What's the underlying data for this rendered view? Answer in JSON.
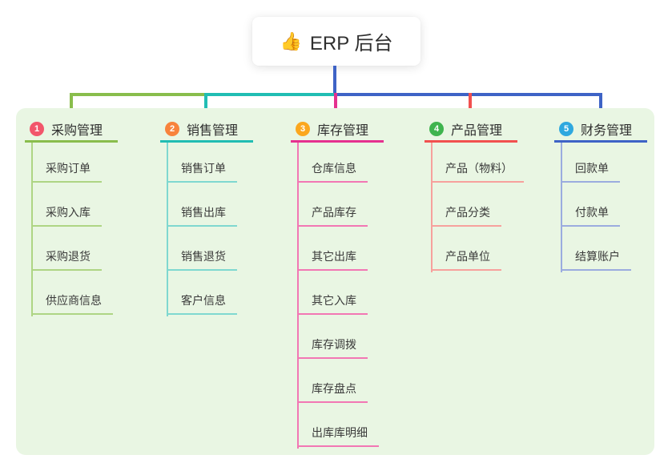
{
  "title": {
    "icon": "👍",
    "text": "ERP 后台"
  },
  "panel_bg": "#e9f6e3",
  "trunk": {
    "root_color": "#3e63c6",
    "segments": [
      {
        "color": "#89bd4c"
      },
      {
        "color": "#21bdb3"
      },
      {
        "color": "#3e63c6"
      }
    ]
  },
  "branches": [
    {
      "num": "1",
      "label": "采购管理",
      "badge": "#f2566b",
      "main": "#89bd4c",
      "light": "#aed584",
      "items": [
        "采购订单",
        "采购入库",
        "采购退货",
        "供应商信息"
      ]
    },
    {
      "num": "2",
      "label": "销售管理",
      "badge": "#f8833c",
      "main": "#21bdb3",
      "light": "#7fd8d0",
      "items": [
        "销售订单",
        "销售出库",
        "销售退货",
        "客户信息"
      ]
    },
    {
      "num": "3",
      "label": "库存管理",
      "badge": "#fba71e",
      "main": "#e5318f",
      "light": "#f277b4",
      "items": [
        "仓库信息",
        "产品库存",
        "其它出库",
        "其它入库",
        "库存调拨",
        "库存盘点",
        "出库库明细"
      ]
    },
    {
      "num": "4",
      "label": "产品管理",
      "badge": "#3fb44e",
      "main": "#f1504f",
      "light": "#f7a19d",
      "items": [
        "产品（物料）",
        "产品分类",
        "产品单位"
      ]
    },
    {
      "num": "5",
      "label": "财务管理",
      "badge": "#2fa8df",
      "main": "#3e63c6",
      "light": "#9bacdf",
      "items": [
        "回款单",
        "付款单",
        "结算账户"
      ]
    }
  ]
}
